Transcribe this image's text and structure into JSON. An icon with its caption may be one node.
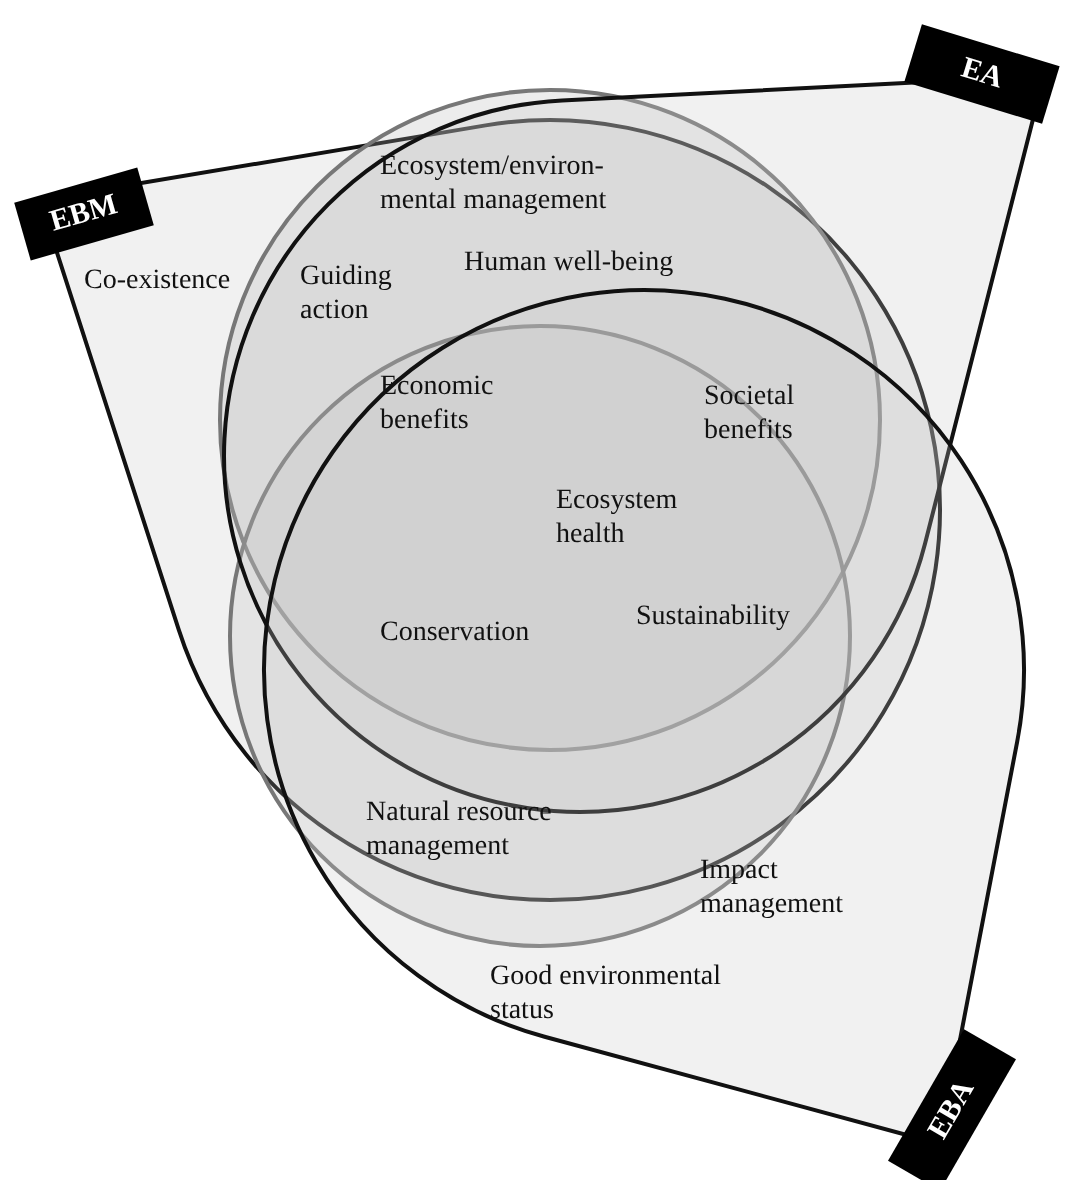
{
  "diagram": {
    "nodes": [
      {
        "text": [
          "EBM"
        ]
      },
      {
        "text": [
          "EA"
        ]
      },
      {
        "text": [
          "EBA"
        ]
      }
    ],
    "labels": [
      "Ecosystem/environ-mental management",
      "Co-existence",
      "Guiding action",
      "Human well-being",
      "Economic benefits",
      "Societal benefits",
      "Ecosystem health",
      "Conservation",
      "Sustainability",
      "Natural resource management",
      "Impact management",
      "Good environmental status"
    ]
  }
}
